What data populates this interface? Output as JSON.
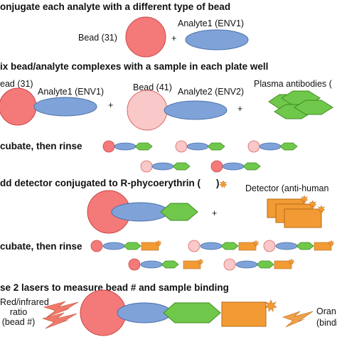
{
  "steps": [
    "onjugate each analyte with a different type of bead",
    "ix bead/analyte complexes with a sample in each plate well",
    "cubate, then rinse",
    "dd detector conjugated to R-phycoerythrin (",
    ")",
    "cubate, then rinse",
    "se 2 lasers to measure bead # and sample binding"
  ],
  "labels": {
    "bead31_top": "Bead (31)",
    "analyte1_top": "Analyte1 (ENV1)",
    "bead31_left": "ead (31)",
    "analyte1_mid": "Analyte1 (ENV1)",
    "bead41": "Bead (41)",
    "analyte2": "Analyte2 (ENV2)",
    "plasma": "Plasma antibodies (",
    "detector": "Detector (anti-human",
    "laser_red_line1": "Red/infrared",
    "laser_red_line2": "ratio",
    "laser_red_line3": "(bead #)",
    "laser_orange_line1": "Oran",
    "laser_orange_line2": "(bindi"
  },
  "operators": {
    "plus": "+"
  },
  "colors": {
    "bead31": "#f47a7a",
    "bead41": "#f9c8c8",
    "analyte": "#7fa3d9",
    "antibody": "#70c84a",
    "detector": "#f29b35",
    "pe_star": "#f29b35",
    "laser_red": "#f07a6a",
    "laser_orange": "#f0a04a"
  },
  "icons": [
    "pe-star-icon",
    "lightning-bolt-icon"
  ]
}
